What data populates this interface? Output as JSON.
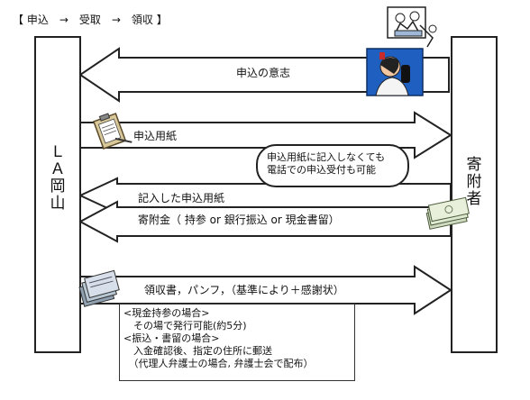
{
  "header": {
    "steps_text": "【 申込　→　受取　→　領収 】"
  },
  "left_box": {
    "lines": [
      "Ｌ",
      "Ａ",
      "岡",
      "山"
    ]
  },
  "right_box": {
    "lines": [
      "寄",
      "附",
      "者"
    ]
  },
  "arrows": {
    "intent": "申込の意志",
    "form": "申込用紙",
    "filled_form": "記入した申込用紙",
    "donation": "寄附金（ 持参 or 銀行振込 or 現金書留）",
    "receipt": "領収書，パンフ，（基準により＋感謝状）"
  },
  "bubble": {
    "lines": [
      "申込用紙に記入しなくても",
      "電話での申込受付も可能"
    ]
  },
  "note": {
    "lines": [
      "<現金持参の場合>",
      "　その場で発行可能(約5分)",
      "<振込・書留の場合>",
      "　入金確認後、指定の住所に郵送",
      "　（代理人弁護士の場合, 弁護士会で配布）"
    ]
  },
  "icons": [
    "handshake-clipart-icon",
    "telephone-clipart-icon",
    "clipboard-clipart-icon",
    "money-clipart-icon",
    "documents-clipart-icon"
  ],
  "colors": {
    "line": "#222222",
    "phone_bg": "#1f5fbf"
  }
}
